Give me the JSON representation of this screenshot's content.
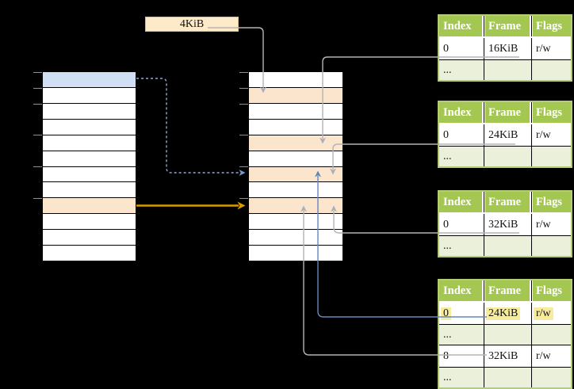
{
  "page_size_label": {
    "text": "4KiB"
  },
  "memory_columns": {
    "left": {
      "rows": 12,
      "highlights": [
        {
          "row": 0,
          "style": "blue"
        },
        {
          "row": 8,
          "style": "orange"
        }
      ],
      "ticks": [
        0,
        1,
        2,
        4,
        6,
        8
      ]
    },
    "middle": {
      "rows": 12,
      "highlights": [
        {
          "row": 1,
          "style": "orange"
        },
        {
          "row": 4,
          "style": "orange"
        },
        {
          "row": 6,
          "style": "orange"
        },
        {
          "row": 8,
          "style": "orange"
        }
      ],
      "ticks": [
        0,
        1,
        2,
        4,
        6,
        8
      ]
    }
  },
  "page_tables": [
    {
      "name": "page-table-16kib",
      "headers": [
        "Index",
        "Frame",
        "Flags"
      ],
      "rows": [
        {
          "cells": [
            "0",
            "16KiB",
            "r/w"
          ]
        },
        {
          "cells": [
            "...",
            "",
            ""
          ],
          "dots": true
        }
      ]
    },
    {
      "name": "page-table-24kib",
      "headers": [
        "Index",
        "Frame",
        "Flags"
      ],
      "rows": [
        {
          "cells": [
            "0",
            "24KiB",
            "r/w"
          ]
        },
        {
          "cells": [
            "...",
            "",
            ""
          ],
          "dots": true
        }
      ]
    },
    {
      "name": "page-table-32kib",
      "headers": [
        "Index",
        "Frame",
        "Flags"
      ],
      "rows": [
        {
          "cells": [
            "0",
            "32KiB",
            "r/w"
          ]
        },
        {
          "cells": [
            "...",
            "",
            ""
          ],
          "dots": true
        }
      ]
    },
    {
      "name": "page-table-level1",
      "headers": [
        "Index",
        "Frame",
        "Flags"
      ],
      "rows": [
        {
          "cells": [
            "0",
            "24KiB",
            "r/w"
          ],
          "highlighted": true
        },
        {
          "cells": [
            "...",
            "",
            ""
          ],
          "dots": true
        },
        {
          "cells": [
            "8",
            "32KiB",
            "r/w"
          ]
        },
        {
          "cells": [
            "...",
            "",
            ""
          ],
          "dots": true
        }
      ]
    }
  ],
  "colors": {
    "header_green": "#A4C751",
    "dots_row_green": "#EBF0DA",
    "row_orange": "#FCE5CD",
    "row_blue": "#D1DFF4",
    "label_cream": "#FCEAC8",
    "highlight_yellow": "#F6EC9C",
    "connector_gray": "#B4B4B4",
    "connector_blue": "#6487C1",
    "connector_blue_dashed": "#92A9D4",
    "connector_orange": "#D99C00"
  }
}
